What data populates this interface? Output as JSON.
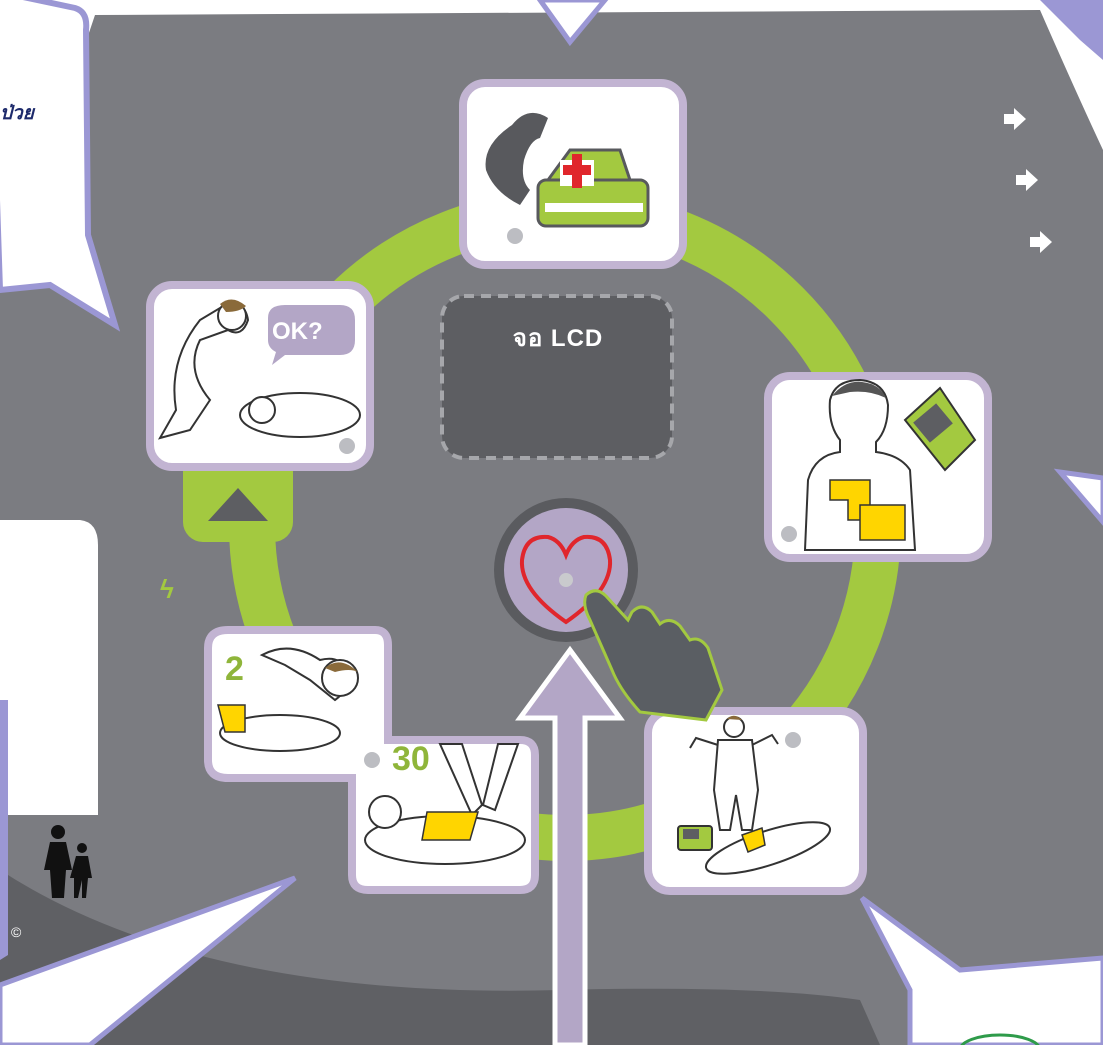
{
  "lcd_label": "จอ LCD",
  "callout_text": "ป่วย",
  "ok_bubble": "OK?",
  "breath_count": "2",
  "compression_count": "30",
  "copyright": "©",
  "icons": [
    "arrow-right-icon",
    "arrow-right-icon",
    "arrow-right-icon",
    "shock-icon",
    "person-adult-child-icon"
  ],
  "colors": {
    "panel": "#7b7c81",
    "ring": "#a3c940",
    "card_border": "#bfb1d0",
    "callout_border": "#9b97d4",
    "heart_button": "#b3a6c6",
    "heart": "#e0262c",
    "pads": "#ffd500",
    "hand": "#5a5e63"
  }
}
